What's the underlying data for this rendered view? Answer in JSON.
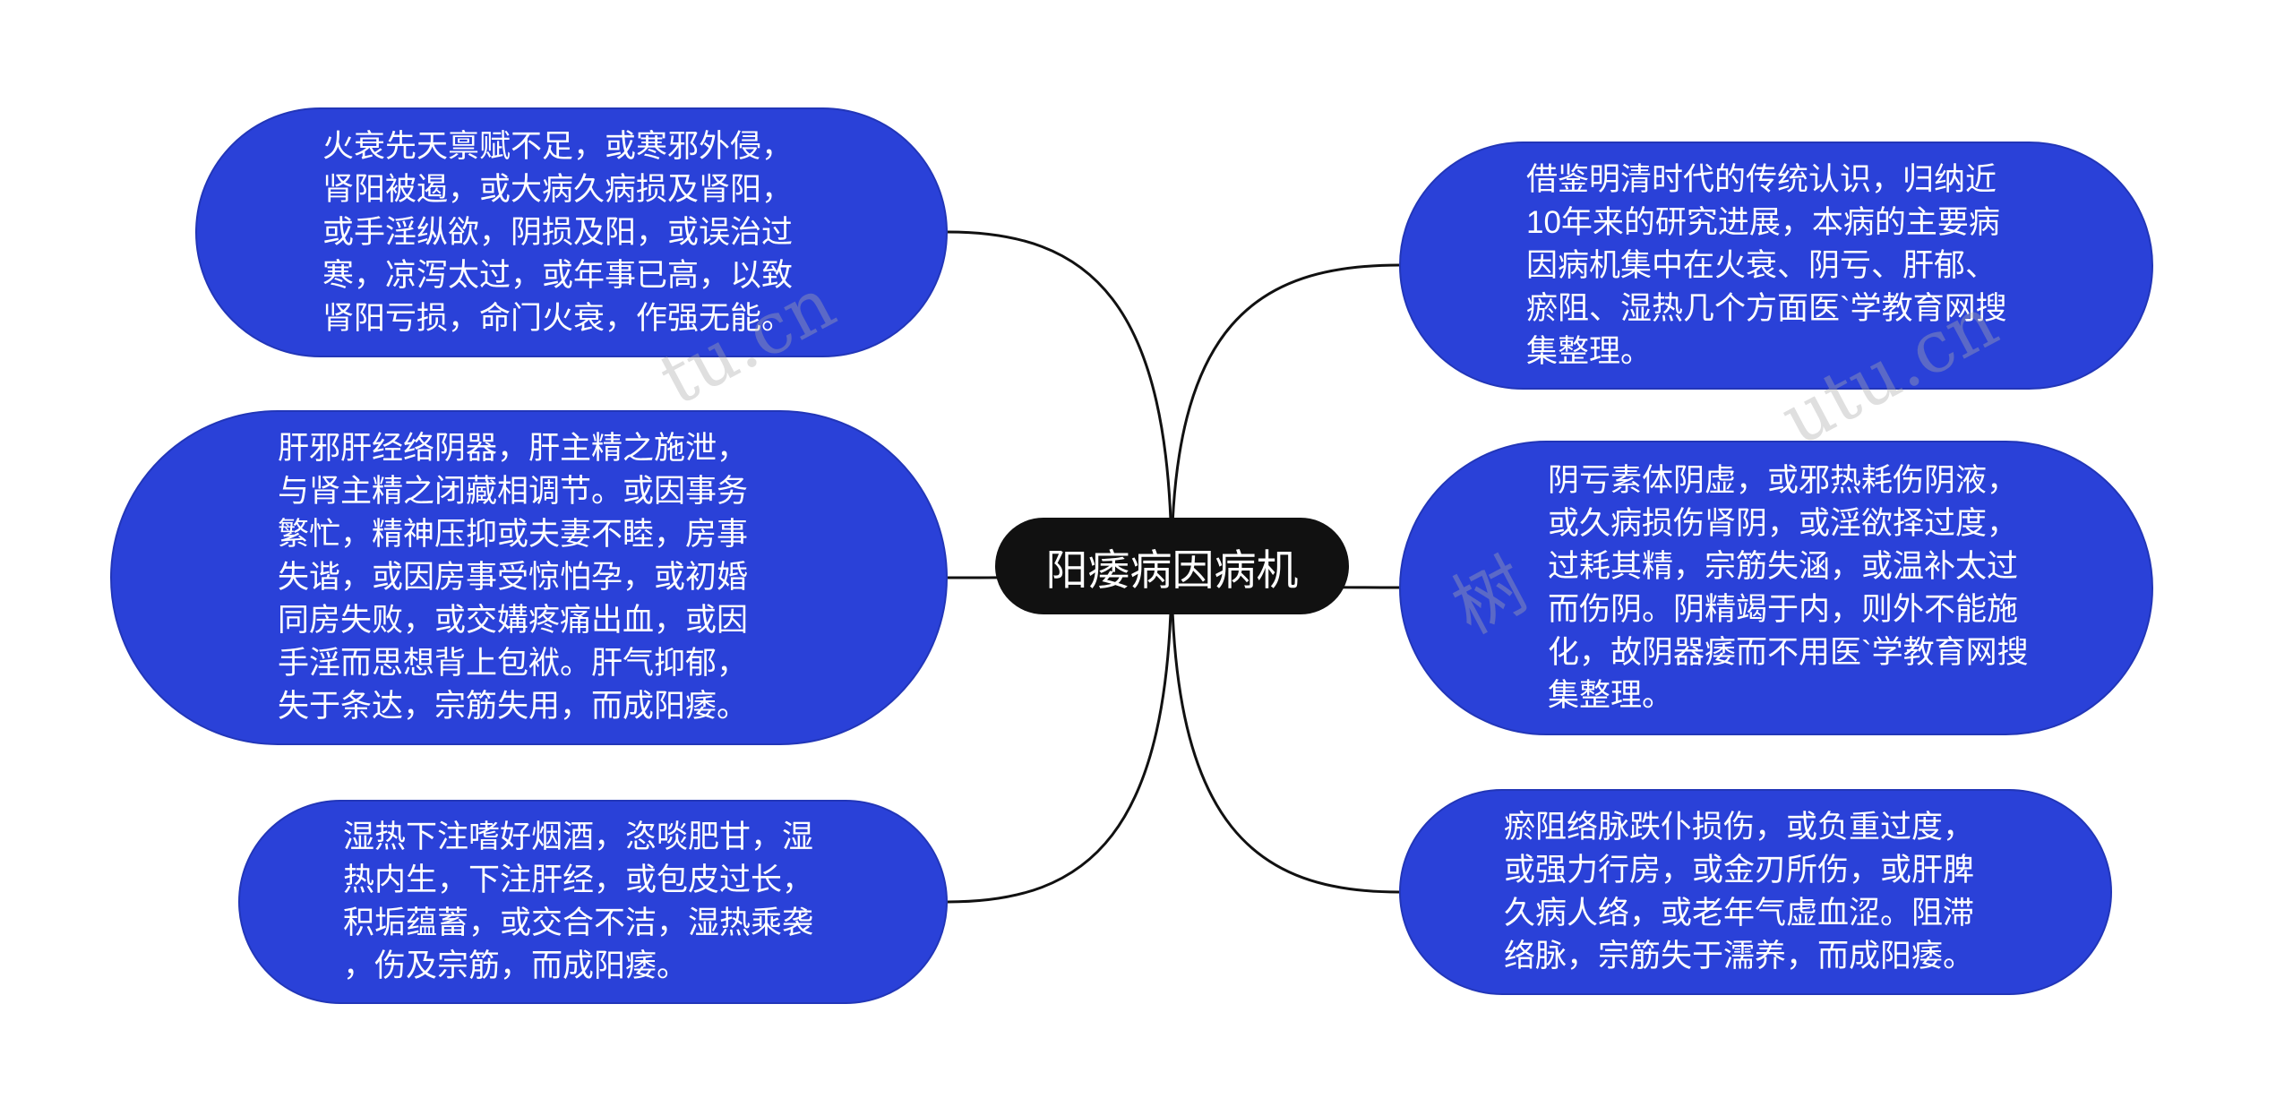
{
  "root": {
    "label": "阳痿病因病机"
  },
  "nodes": {
    "left": [
      {
        "lines": [
          "火衰先天禀赋不足，或寒邪外侵，",
          "肾阳被遏，或大病久病损及肾阳，",
          "或手淫纵欲，阴损及阳，或误治过",
          "寒，凉泻太过，或年事已高，以致",
          "肾阳亏损，命门火衰，作强无能。"
        ]
      },
      {
        "lines": [
          "肝邪肝经络阴器，肝主精之施泄，",
          "与肾主精之闭藏相调节。或因事务",
          "繁忙，精神压抑或夫妻不睦，房事",
          "失谐，或因房事受惊怕孕，或初婚",
          "同房失败，或交媾疼痛出血，或因",
          "手淫而思想背上包袱。肝气抑郁，",
          "失于条达，宗筋失用，而成阳痿。"
        ]
      },
      {
        "lines": [
          "湿热下注嗜好烟酒，恣啖肥甘，湿",
          "热内生，下注肝经，或包皮过长，",
          "积垢蕴蓄，或交合不洁，湿热乘袭",
          "，伤及宗筋，而成阳痿。"
        ]
      }
    ],
    "right": [
      {
        "lines": [
          "借鉴明清时代的传统认识，归纳近",
          "10年来的研究进展，本病的主要病",
          "因病机集中在火衰、阴亏、肝郁、",
          "瘀阻、湿热几个方面医`学教育网搜",
          "集整理。"
        ]
      },
      {
        "lines": [
          "阴亏素体阴虚，或邪热耗伤阴液，",
          "或久病损伤肾阴，或淫欲择过度，",
          "过耗其精，宗筋失涵，或温补太过",
          "而伤阴。阴精竭于内，则外不能施",
          "化，故阴器痿而不用医`学教育网搜",
          "集整理。"
        ]
      },
      {
        "lines": [
          "瘀阻络脉跌仆损伤，或负重过度，",
          "或强力行房，或金刃所伤，或肝脾",
          "久病人络，或老年气虚血涩。阻滞",
          "络脉，宗筋失于濡养，而成阳痿。"
        ]
      }
    ]
  },
  "watermark": {
    "left": "tu.cn",
    "right_glyph": "树",
    "right_text": "utu.cn"
  },
  "colors": {
    "background": "#ffffff",
    "node_fill": "#2a41d8",
    "node_text": "#ffffff",
    "root_fill": "#111111",
    "root_text": "#ffffff",
    "connector": "#111111"
  }
}
